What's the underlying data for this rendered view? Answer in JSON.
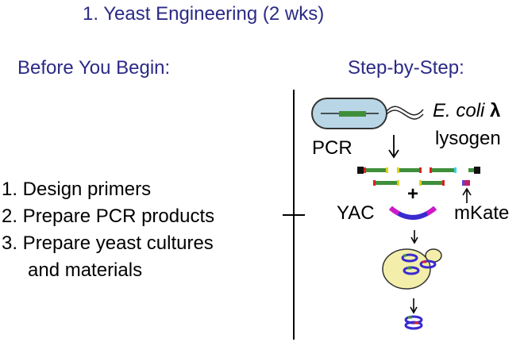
{
  "title": "1. Yeast Engineering (2 wks)",
  "left_heading": "Before You Begin:",
  "right_heading": "Step-by-Step:",
  "steps": [
    "1. Design primers",
    "2. Prepare PCR products",
    "3. Prepare yeast cultures",
    "    and materials"
  ],
  "figure_labels": {
    "ecoli": "E. coli",
    "lambda": "λ",
    "lysogen": "lysogen",
    "pcr": "PCR",
    "plus": "+",
    "yac": "YAC",
    "mkate": "mKate"
  },
  "colors": {
    "title": "#2b2a86",
    "cell_fill": "#b8d6e6",
    "yeast_fill": "#f3eeaa",
    "gene_green": "#3f8f3a",
    "yac_blue": "#3a2ad0",
    "yac_magenta": "#d018c8"
  }
}
